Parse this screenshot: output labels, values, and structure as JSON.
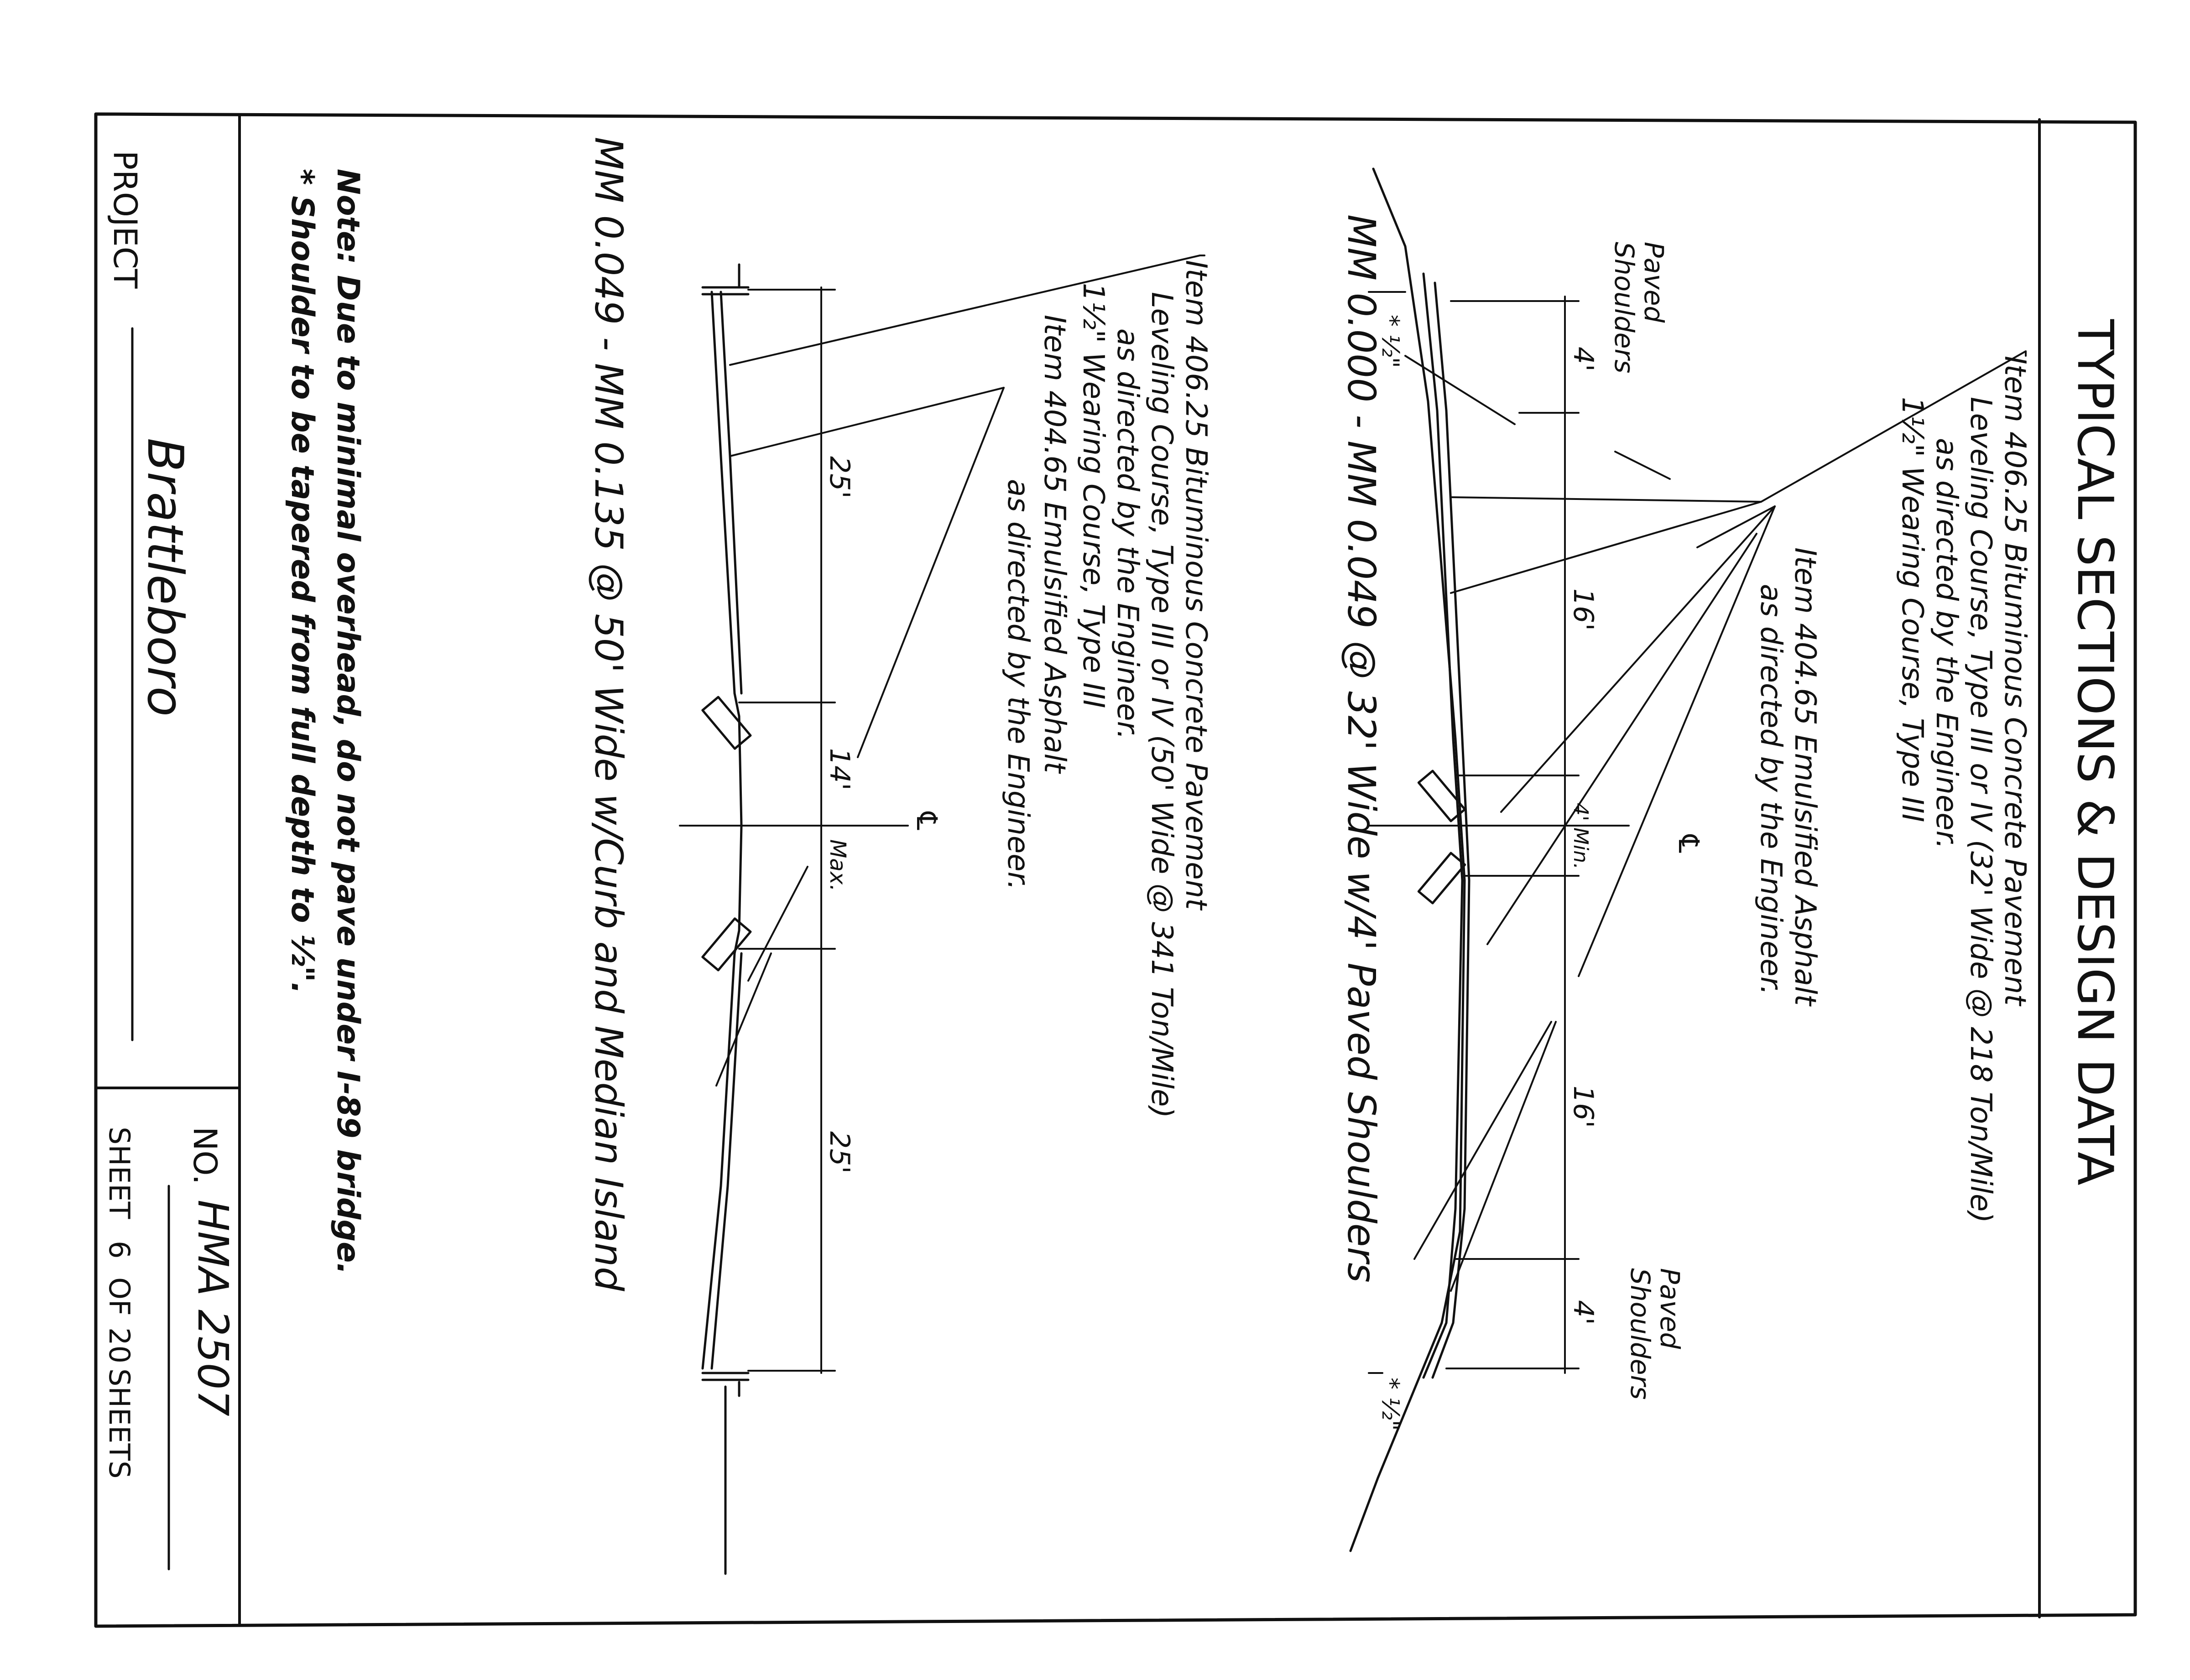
{
  "sheet": {
    "title": "TYPICAL SECTIONS & DESIGN DATA",
    "project_label": "PROJECT",
    "project_name": "Brattleboro",
    "no_label": "NO.",
    "project_no": "HMA 2507",
    "sheet_label": "SHEET",
    "sheet_no": "6",
    "of_label": "OF",
    "sheet_total": "20",
    "sheets_label": "SHEETS"
  },
  "section1": {
    "title": "MM 0.000 - MM 0.049 @ 32' Wide  w/4' Paved Shoulders",
    "note_leveling": [
      "Item 406.25 Bituminous Concrete Pavement",
      "Leveling Course, Type III or IV (32' Wide @ 218 Ton/Mile)",
      "as directed by the Engineer.",
      "1½\" Wearing Course, Type III"
    ],
    "note_emulsified": [
      "Item 404.65 Emulsified Asphalt",
      "as directed by the Engineer."
    ],
    "paved_shoulders_label": [
      "Paved",
      "Shoulders"
    ],
    "dim_left_shoulder": "4'",
    "dim_left_lane": "16'",
    "dim_center": "4' Min.",
    "dim_right_lane": "16'",
    "dim_right_shoulder": "4'",
    "taper_left": "* ½\"",
    "taper_right": "* ½\"",
    "centerline": "℄"
  },
  "section2": {
    "title": "MM 0.049 - MM 0.135 @ 50' Wide  w/Curb and Median Island",
    "note_leveling": [
      "Item 406.25 Bituminous Concrete Pavement",
      "Leveling Course, Type III or IV (50' Wide @ 341 Ton/Mile)",
      "as directed by the Engineer.",
      "1½\" Wearing Course, Type III"
    ],
    "note_emulsified": [
      "Item 404.65 Emulsified Asphalt",
      "as directed by the Engineer."
    ],
    "dim_left": "25'",
    "dim_median": "14'",
    "dim_median_max": "Max.",
    "dim_right": "25'",
    "centerline": "℄"
  },
  "notes": {
    "note1": "Note: Due to minimal overhead, do not pave under I-89 bridge.",
    "note2": "* Shoulder to be tapered from full depth to ½\"."
  }
}
